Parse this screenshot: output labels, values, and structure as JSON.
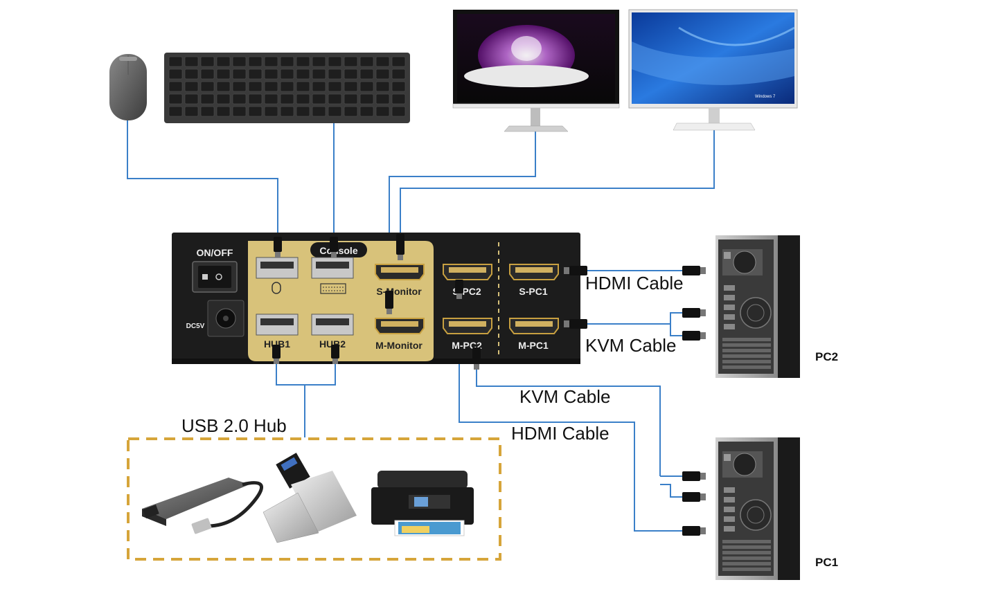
{
  "device": {
    "power_label": "ON/OFF",
    "dc_label": "DC5V",
    "console_label": "Console",
    "ports": {
      "hub1": "HUB1",
      "hub2": "HUB2",
      "s_monitor": "S-Monitor",
      "m_monitor": "M-Monitor",
      "s_pc2": "S-PC2",
      "m_pc2": "M-PC2",
      "s_pc1": "S-PC1",
      "m_pc1": "M-PC1"
    }
  },
  "cables": {
    "hdmi_top": "HDMI Cable",
    "kvm_top": "KVM Cable",
    "kvm_bottom": "KVM Cable",
    "hdmi_bottom": "HDMI Cable"
  },
  "hub_label": "USB 2.0 Hub",
  "computers": {
    "pc2": "PC2",
    "pc1": "PC1"
  },
  "monitor2_brand": "Windows 7",
  "colors": {
    "wire": "#3a7fc8",
    "panel_gold": "#d8c27a",
    "device_body": "#1c1c1c",
    "hub_border": "#d6a53a"
  }
}
